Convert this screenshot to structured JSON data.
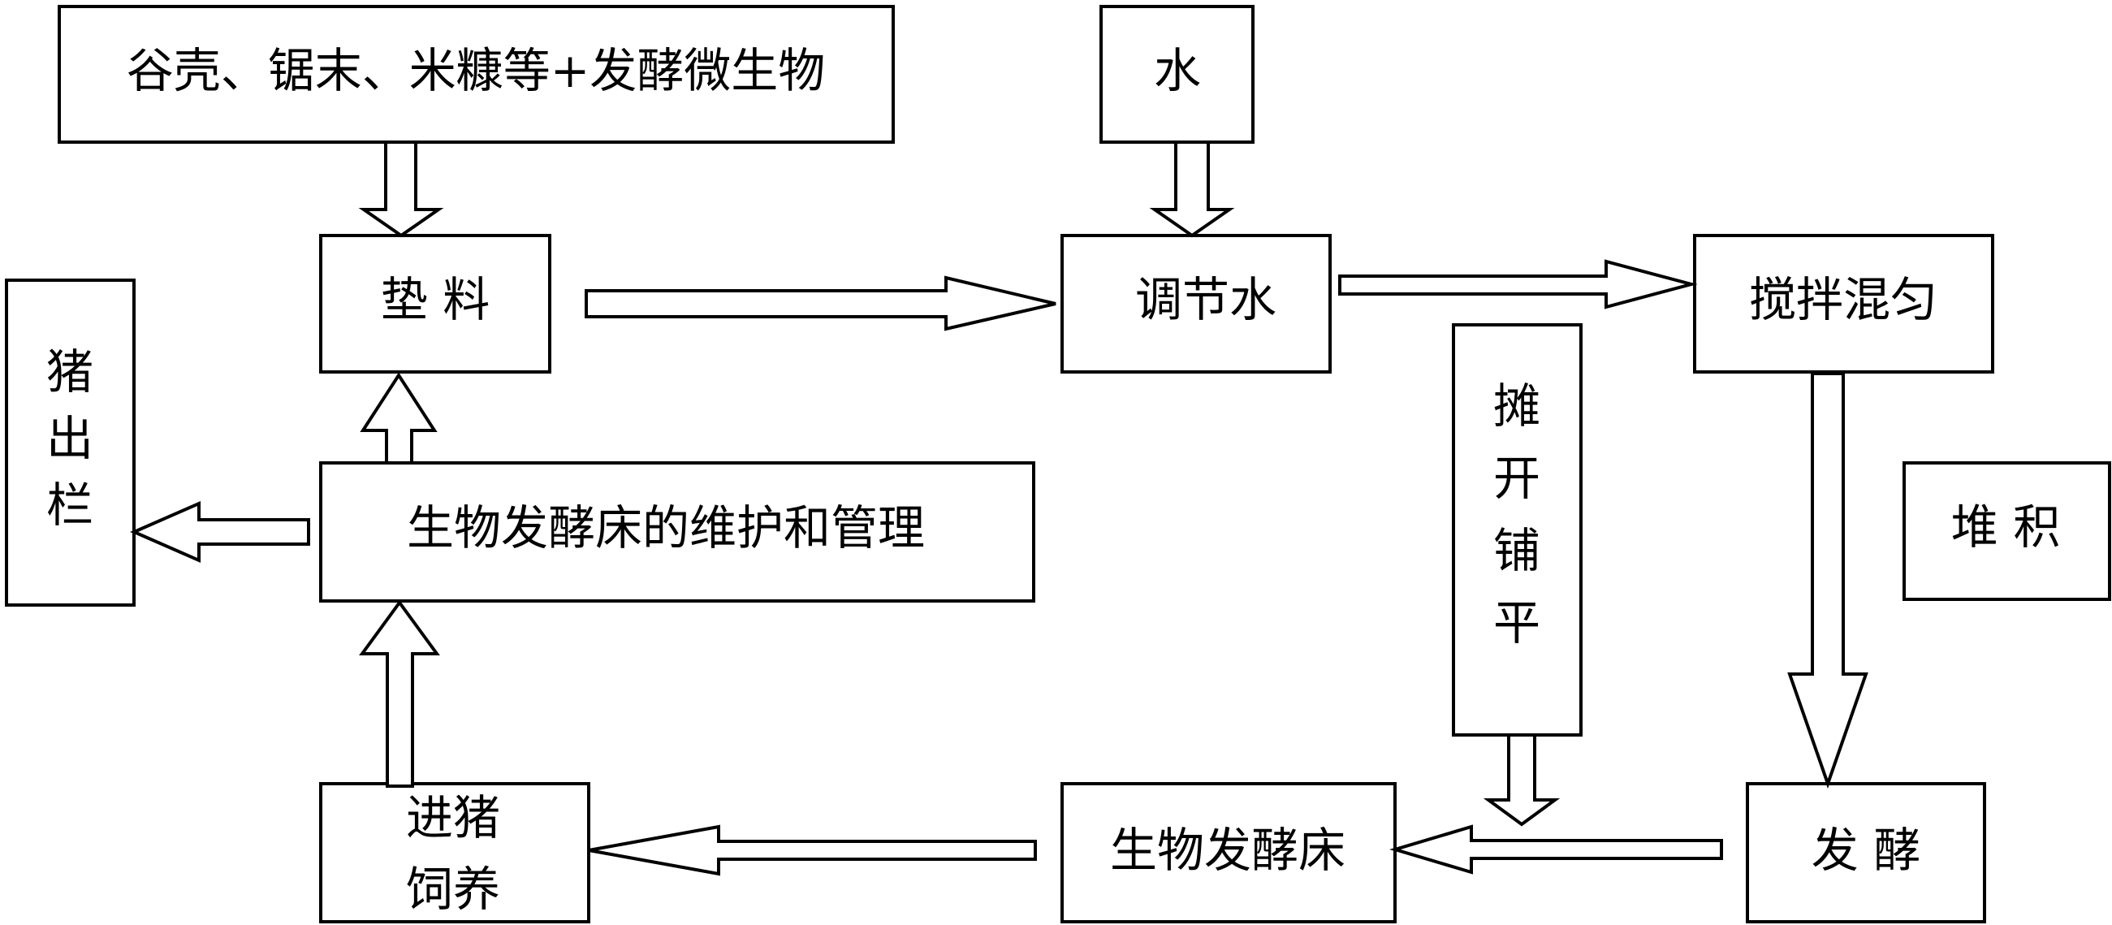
{
  "nodes": {
    "materials": "谷壳、锯末、米糠等+发酵微生物",
    "water": "水",
    "bedding": "垫 料",
    "adjust_water": "调节水",
    "stir_mix": "搅拌混匀",
    "pig_out": [
      "猪",
      "出",
      "栏"
    ],
    "maintenance": "生物发酵床的维护和管理",
    "spread_level": [
      "摊",
      "开",
      "铺",
      "平"
    ],
    "stack": "堆 积",
    "pig_in": [
      "进猪",
      "饲养"
    ],
    "fermentation_bed": "生物发酵床",
    "ferment": "发 酵"
  }
}
